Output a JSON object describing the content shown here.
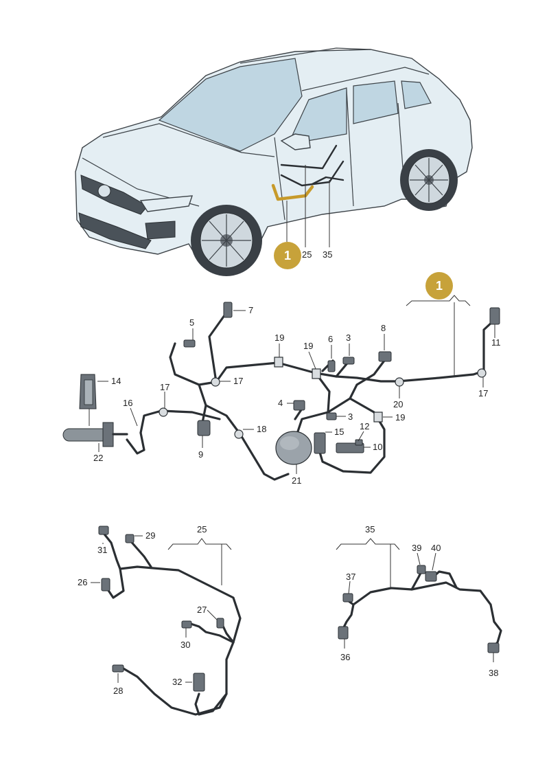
{
  "callouts": {
    "badge_car": "1",
    "badge_harness": "1",
    "car_25": "25",
    "car_35": "35",
    "main": [
      "7",
      "5",
      "19",
      "19",
      "6",
      "3",
      "8",
      "11",
      "14",
      "17",
      "17",
      "20",
      "17",
      "16",
      "4",
      "3",
      "19",
      "18",
      "15",
      "12",
      "10",
      "22",
      "9",
      "21"
    ],
    "harness_25": [
      "25",
      "31",
      "29",
      "26",
      "27",
      "30",
      "32",
      "28"
    ],
    "harness_35": [
      "35",
      "39",
      "40",
      "37",
      "36",
      "38"
    ]
  },
  "colors": {
    "badge": "#c7a23a",
    "highlight_wire": "#c79a2a",
    "wire": "#2b2f33",
    "car_body": "#e4eef3",
    "car_glass": "#bfd6e2"
  }
}
